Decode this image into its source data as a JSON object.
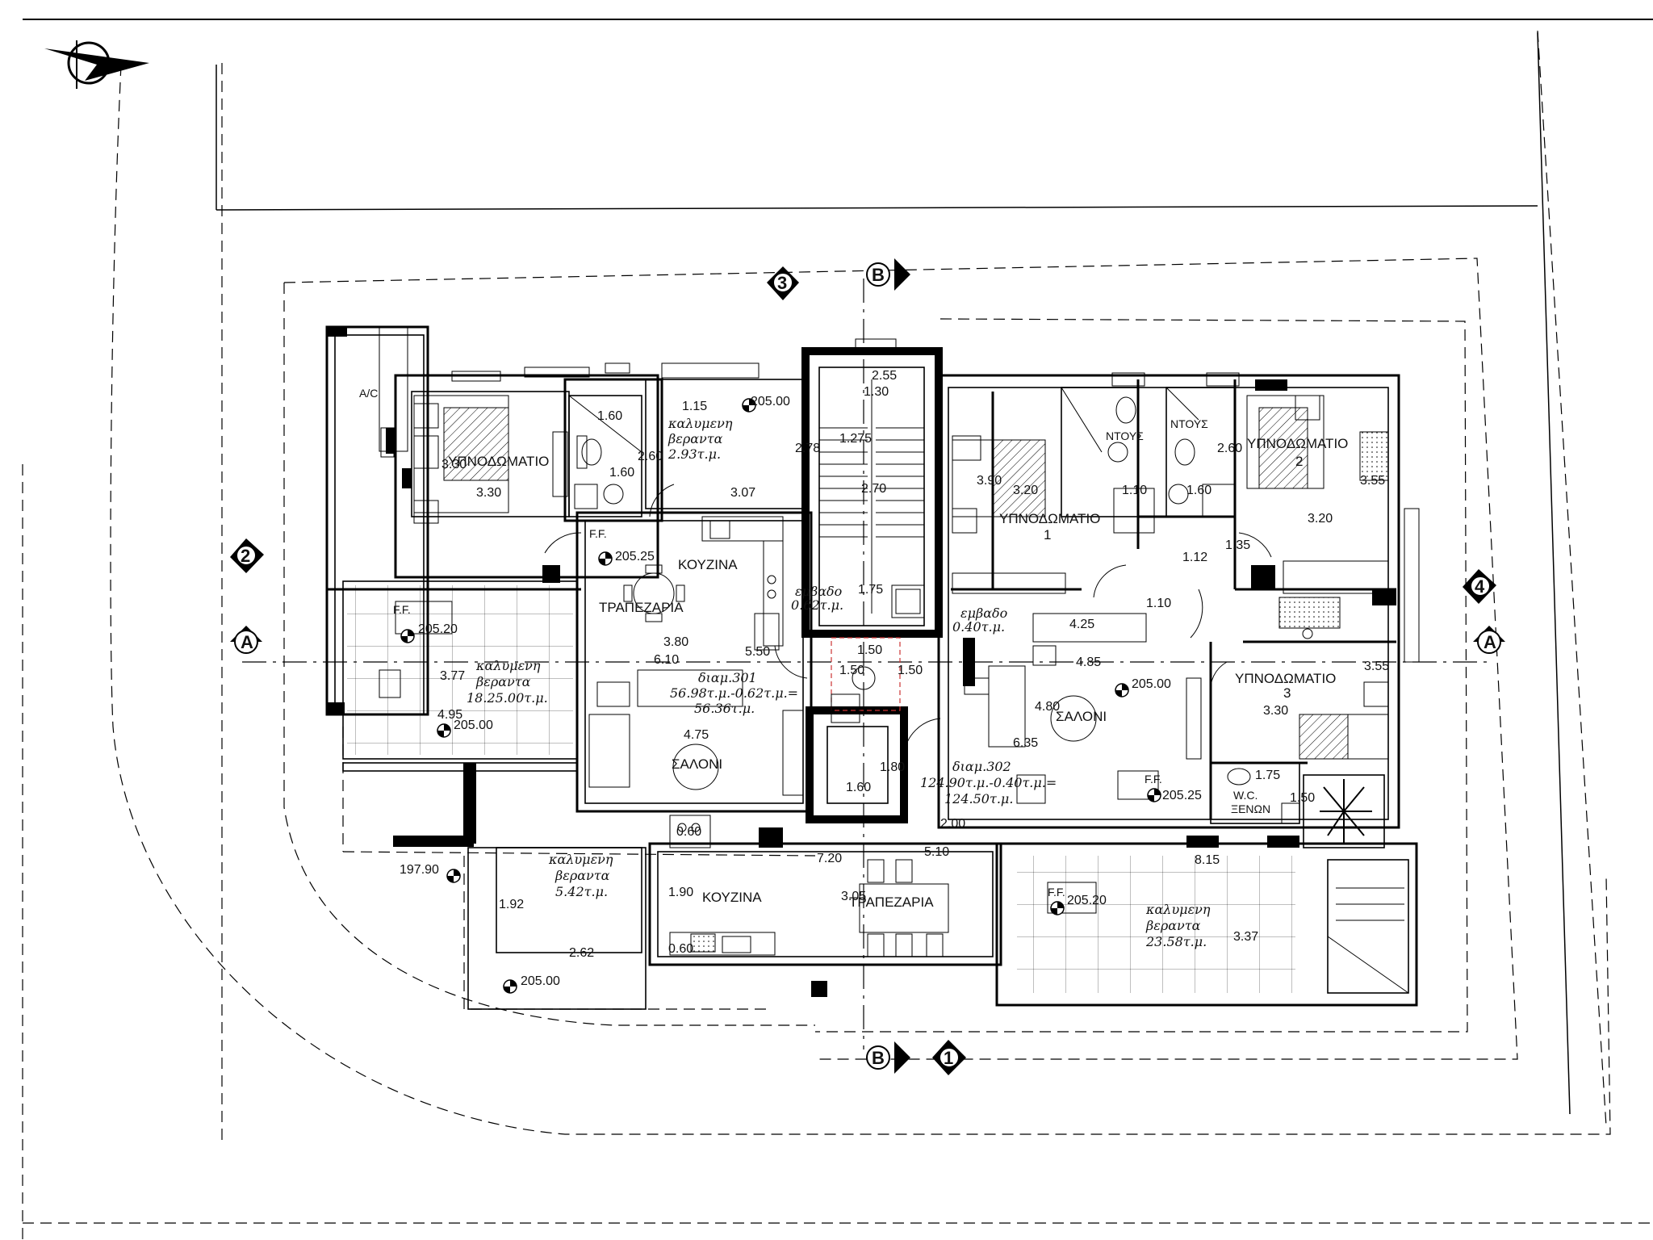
{
  "sections": {
    "a": "A",
    "b": "B"
  },
  "grid": {
    "g1": "1",
    "g2": "2",
    "g3": "3",
    "g4": "4"
  },
  "tags": {
    "ac": "A/C",
    "ff": "F.F."
  },
  "rooms": {
    "bedroom_left": "ΥΠΝΟΔΩΜΑΤΙΟ",
    "bedroom_1": "ΥΠΝΟΔΩΜΑΤΙΟ",
    "bedroom_1_num": "1",
    "bedroom_2": "ΥΠΝΟΔΩΜΑΤΙΟ",
    "bedroom_2_num": "2",
    "bedroom_3": "ΥΠΝΟΔΩΜΑΤΙΟ",
    "bedroom_3_num": "3",
    "kitchen_upper": "ΚΟΥΖΙΝΑ",
    "kitchen_lower": "ΚΟΥΖΙΝΑ",
    "dining_upper": "ΤΡΑΠΕΖΑΡΙΑ",
    "dining_lower": "ΤΡΑΠΕΖΑΡΙΑ",
    "living_left": "ΣΑΛΟΝΙ",
    "living_right": "ΣΑΛΟΝΙ",
    "shower_1": "ΝΤΟΥΣ",
    "shower_2": "ΝΤΟΥΣ",
    "wc_1": "W.C.",
    "wc_2": "ΞΕΝΩΝ"
  },
  "verandas": {
    "v1_l1": "καλυμενη",
    "v1_l2": "βεραντα",
    "v1_area": "2.93τ.μ.",
    "v2_l1": "καλυμενη",
    "v2_l2": "βεραντα",
    "v2_area": "18.25.00τ.μ.",
    "v3_l1": "καλυμενη",
    "v3_l2": "βεραντα",
    "v3_area": "5.42τ.μ.",
    "v4_l1": "καλυμενη",
    "v4_l2": "βεραντα",
    "v4_area": "23.58τ.μ."
  },
  "emvado": {
    "e1_l1": "εμβαδο",
    "e1_l2": "0.62τ.μ.",
    "e2_l1": "εμβαδο",
    "e2_l2": "0.40τ.μ."
  },
  "apartments": {
    "a301_title": "διαμ.301",
    "a301_l1": "56.98τ.μ.-0.62τ.μ.=",
    "a301_l2": "56.36τ.μ.",
    "a302_title": "διαμ.302",
    "a302_l1": "124.90τ.μ.-0.40τ.μ.=",
    "a302_l2": "124.50τ.μ."
  },
  "levels": {
    "l1": "205.00",
    "l2": "205.25",
    "l3": "205.20",
    "l4": "205.00",
    "l5": "205.00",
    "l6": "205.25",
    "l7": "205.20",
    "l8": "205.00",
    "l9": "197.90"
  },
  "dims": {
    "d1": "1.60",
    "d2": "1.15",
    "d3": "2.60",
    "d4": "1.60",
    "d5": "2.78",
    "d6": "3.30",
    "d7": "3.30",
    "d8": "3.07",
    "d9": "2.55",
    "d10": "1.30",
    "d11": "1.275",
    "d12": "2.70",
    "d13": "1.75",
    "d14": "3.80",
    "d15": "6.10",
    "d16": "5.50",
    "d17": "3.77",
    "d18": "4.95",
    "d19": "4.75",
    "d20": "1.60",
    "d21": "1.80",
    "d22": "1.50",
    "d23": "1.50",
    "d24": "1.50",
    "d25": "3.90",
    "d26": "3.20",
    "d27": "1.10",
    "d28": "1.60",
    "d29": "2.60",
    "d30": "3.55",
    "d31": "3.20",
    "d32": "1.12",
    "d33": "1.35",
    "d34": "1.10",
    "d35": "4.25",
    "d36": "4.85",
    "d37": "3.55",
    "d38": "3.30",
    "d39": "4.80",
    "d40": "6.35",
    "d41": "1.75",
    "d42": "1.50",
    "d43": "2.00",
    "d44": "0.60",
    "d45": "7.20",
    "d46": "5.10",
    "d47": "1.92",
    "d48": "1.90",
    "d49": "3.05",
    "d50": "0.60",
    "d51": "2.62",
    "d52": "8.15",
    "d53": "3.37"
  },
  "icons": {
    "north": "north-arrow-icon",
    "section": "section-marker-icon",
    "grid": "grid-marker-icon",
    "level": "level-marker-icon",
    "plant": "plant-icon"
  },
  "colors": {
    "line": "#000000",
    "background": "#ffffff",
    "dashed_cut": "#cc3333"
  }
}
